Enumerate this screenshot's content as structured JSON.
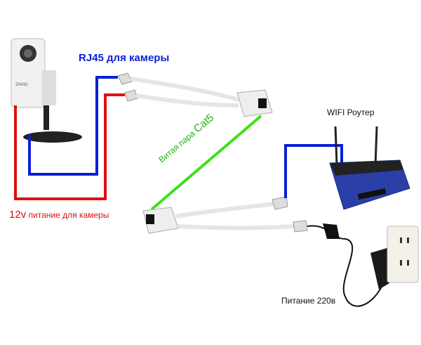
{
  "labels": {
    "rj45_camera": "RJ45 для камеры",
    "power_12v_prefix": "12v",
    "power_12v_text": "питание для камеры",
    "cat5_prefix": "Витая пара",
    "cat5_suffix": "Cat5",
    "wifi_router": "WIFI Роутер",
    "power_220": "Питание 220в",
    "camera_brand": "ZAVIO"
  },
  "colors": {
    "lan": "#0a1fd6",
    "power": "#e01010",
    "twisted_pair": "#3de11a"
  }
}
